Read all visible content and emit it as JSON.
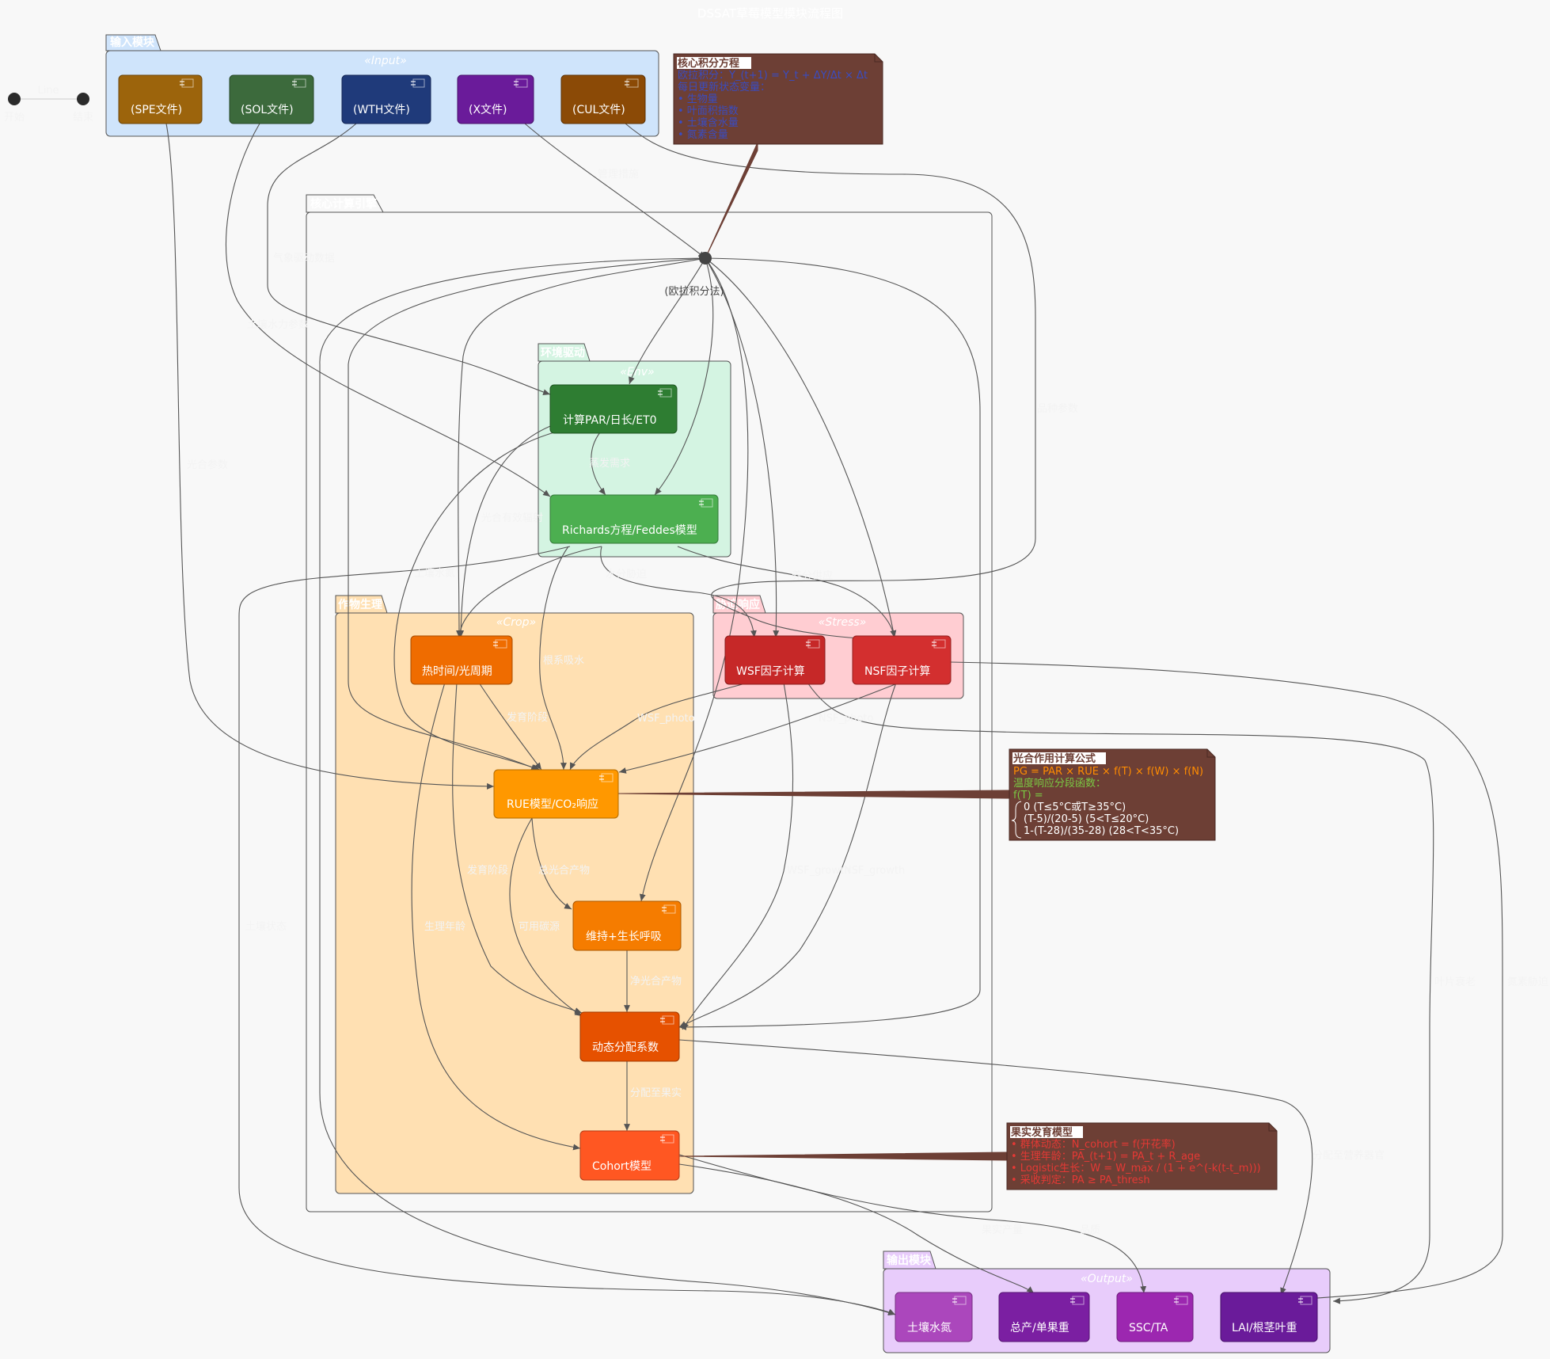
{
  "title": "DSSAT草莓模型模块流程图",
  "legend": {
    "top_label": "Line",
    "left_label": "开始",
    "right_label": "结束"
  },
  "packages": {
    "input": {
      "tab": "输入模块",
      "stereotype": "«Input»"
    },
    "core": {
      "tab": "核心计算引擎"
    },
    "env": {
      "tab": "环境驱动",
      "stereotype": "«Env»"
    },
    "crop": {
      "tab": "作物生理",
      "stereotype": "«Crop»"
    },
    "stress": {
      "tab": "胁迫响应",
      "stereotype": "«Stress»"
    },
    "output": {
      "tab": "输出模块",
      "stereotype": "«Output»"
    }
  },
  "components": {
    "spe": "(SPE文件)",
    "sol": "(SOL文件)",
    "wth": "(WTH文件)",
    "x": "(X文件)",
    "cul": "(CUL文件)",
    "par": "计算PAR/日长/ET0",
    "richards": "Richards方程/Feddes模型",
    "thermal": "热时间/光周期",
    "wsf": "WSF因子计算",
    "nsf": "NSF因子计算",
    "rue": "RUE模型/CO₂响应",
    "resp": "维持+生长呼吸",
    "alloc": "动态分配系数",
    "cohort": "Cohort模型",
    "soil_n": "土壤水氮",
    "yield": "总产/单果重",
    "ssc": "SSC/TA",
    "lai": "LAI/根茎叶重"
  },
  "euler_label": "(欧拉积分法)",
  "edge_labels": {
    "x_to_euler": "管理措施",
    "wth_to_par": "气象驱动数据",
    "sol_to_richards": "土壤水力参数",
    "spe_to_rue": "光合参数",
    "cul_to_euler": "品种参数",
    "par_to_richards": "蒸发需求",
    "par_to_rue": "光合有效辐射",
    "richards_to_cohort": "土壤水氮",
    "richards_to_thermal": "水分胁迫",
    "richards_to_rue": "根系吸水",
    "richards_to_nsf": "养分供应",
    "thermal_to_rue": "发育阶段",
    "thermal_to_alloc": "发育阶段",
    "thermal_to_cohort": "生理年龄",
    "wsf_to_rue": "WSF_photo",
    "wsf_to_alloc": "WSF_growth",
    "nsf_to_alloc": "NSF_growth",
    "nsf_to_rue": "NSF_photo",
    "rue_to_resp": "总光合产物",
    "rue_to_alloc": "可用碳源",
    "resp_to_alloc": "净光合产物",
    "alloc_to_cohort": "分配至果实",
    "euler_to_soil": "土壤状态",
    "alloc_to_lai": "分配至营养器官",
    "cohort_to_yield": "果实产量",
    "cohort_to_ssc": "品质",
    "wsf_to_lai": "叶片衰老",
    "nsf_to_lai": "氮素胁迫"
  },
  "notes": {
    "core": {
      "title": "核心积分方程",
      "lines": [
        "欧拉积分：Y_(t+1) = Y_t + ΔY/Δt × Δt",
        "每日更新状态变量：",
        "• 生物量",
        "• 叶面积指数",
        "• 土壤含水量",
        "• 氮素含量"
      ]
    },
    "rue": {
      "title": "光合作用计算公式",
      "line1": "PG = PAR × RUE × f(T) × f(W) × f(N)",
      "line2": "温度响应分段函数：",
      "line3": "f(T) =",
      "cases": [
        "0             (T≤5°C或T≥35°C)",
        "(T-5)/(20-5)   (5<T≤20°C)",
        "1-(T-28)/(35-28) (28<T<35°C)"
      ]
    },
    "cohort": {
      "title": "果实发育模型",
      "lines": [
        "• 群体动态：N_cohort = f(开花率)",
        "• 生理年龄：PA_(t+1) = PA_t + R_age",
        "• Logistic生长：W = W_max / (1 + e^(-k(t-t_m)))",
        "• 采收判定：PA ≥ PA_thresh"
      ]
    }
  },
  "colors": {
    "spe": "#9c640c",
    "sol": "#3c6a3c",
    "wth": "#1f3a7a",
    "x": "#6a1b9a",
    "cul": "#8b4a06",
    "par": "#2e7d32",
    "richards": "#4caf50",
    "thermal": "#ef6c00",
    "wsf": "#c62828",
    "nsf": "#d32f2f",
    "rue": "#ff9800",
    "resp": "#f57c00",
    "alloc": "#e65100",
    "cohort": "#ff5722",
    "soil_n": "#ab47bc",
    "yield": "#7b1fa2",
    "ssc": "#9c27b0",
    "lai": "#6a1b9a",
    "note_bg": "#6d3f35",
    "edge": "#555555"
  }
}
